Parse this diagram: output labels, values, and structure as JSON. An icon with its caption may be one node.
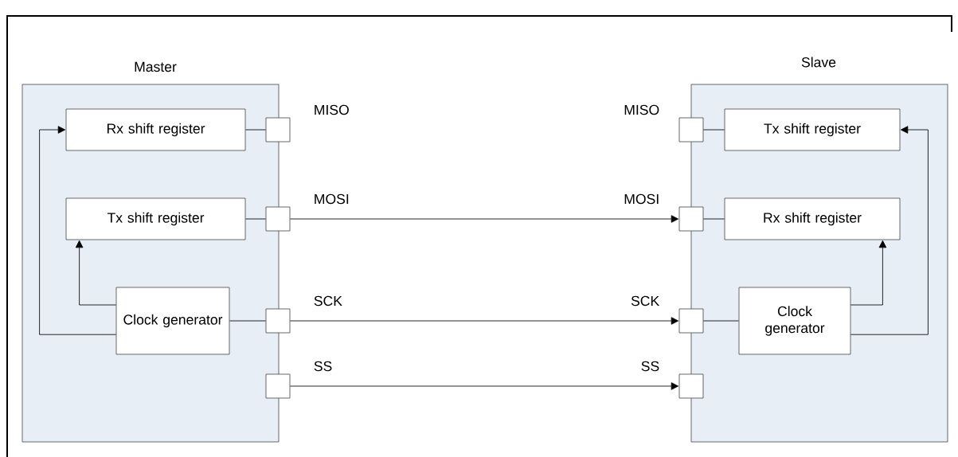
{
  "diagram": {
    "nodes": [
      {
        "text": [
          "Master"
        ]
      },
      {
        "text": [
          "Rx shift register"
        ],
        "in": 0
      },
      {
        "text": [
          "Tx shift register"
        ],
        "in": 0
      },
      {
        "text": [
          "Clock generator"
        ],
        "in": 0
      },
      {
        "text": [],
        "shape": "box",
        "beside": [
          "MISO"
        ]
      },
      {
        "text": [],
        "shape": "box",
        "beside": [
          "MOSI"
        ]
      },
      {
        "text": [],
        "shape": "box",
        "beside": [
          "SCK"
        ]
      },
      {
        "text": [],
        "shape": "box",
        "beside": [
          "SS"
        ]
      },
      {
        "text": [
          "Slave"
        ]
      },
      {
        "text": [
          "Tx shift register"
        ],
        "in": 8
      },
      {
        "text": [
          "Rx shift register"
        ],
        "in": 8
      },
      {
        "text": [
          "Clock generator"
        ],
        "in": 8
      },
      {
        "text": [],
        "shape": "box",
        "beside": [
          "MISO"
        ]
      },
      {
        "text": [],
        "shape": "box",
        "beside": [
          "MOSI"
        ]
      },
      {
        "text": [],
        "shape": "box",
        "beside": [
          "SCK"
        ]
      },
      {
        "text": [],
        "shape": "box",
        "beside": [
          "SS"
        ]
      }
    ],
    "edges": [
      {
        "from": 1,
        "to": 4,
        "arrow": "none"
      },
      {
        "from": 2,
        "to": 5,
        "arrow": "none"
      },
      {
        "from": 3,
        "to": 6,
        "arrow": "none"
      },
      {
        "from": 3,
        "to": 2,
        "arrow": "to"
      },
      {
        "from": 3,
        "to": 1,
        "arrow": "to"
      },
      {
        "from": 5,
        "to": 13,
        "arrow": "to"
      },
      {
        "from": 6,
        "to": 14,
        "arrow": "to"
      },
      {
        "from": 7,
        "to": 15,
        "arrow": "to"
      },
      {
        "from": 12,
        "to": 9,
        "arrow": "none"
      },
      {
        "from": 13,
        "to": 10,
        "arrow": "none"
      },
      {
        "from": 14,
        "to": 11,
        "arrow": "none"
      },
      {
        "from": 11,
        "to": 10,
        "arrow": "to"
      },
      {
        "from": 11,
        "to": 9,
        "arrow": "to"
      }
    ]
  }
}
